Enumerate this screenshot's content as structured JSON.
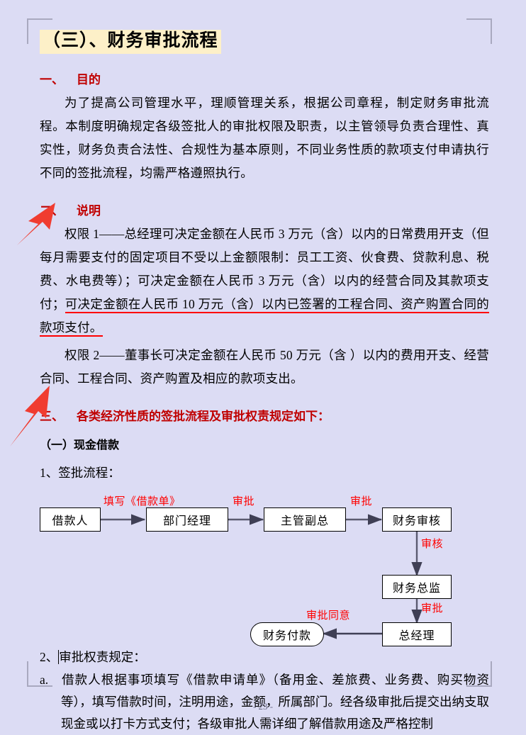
{
  "document": {
    "title": "（三）、财务审批流程",
    "page_number": "- 23 -"
  },
  "sections": {
    "purpose": {
      "num": "一、",
      "heading": "目的",
      "paragraph": "为了提高公司管理水平，理顺管理关系，根据公司章程，制定财务审批流程。本制度明确规定各级签批人的审批权限及职责，以主管领导负责合理性、真实性，财务负责合法性、合规性为基本原则，不同业务性质的款项支付申请执行不同的签批流程，均需严格遵照执行。"
    },
    "explanation": {
      "num": "二、",
      "heading": "说明",
      "para1_a": "权限 1——总经理可决定金额在人民币 3 万元（含）以内的日常费用开支（但每月需要支付的固定项目不受以上金额限制：员工工资、伙食费、贷款利息、税费、水电费等）；可决定金额在人民币 3 万元（含）以内的经营合同及其款项支付；",
      "para1_b_underlined": "可决定金额在人民币 10 万元（含）以内已签署的工程合同、资产购置合同的款项支付。",
      "para2": "权限 2——董事长可决定金额在人民币 50 万元（含 ）以内的费用开支、经营合同、工程合同、资产购置及相应的款项支出。"
    },
    "procedures": {
      "num": "三、",
      "heading": "各类经济性质的签批流程及审批权责规定如下：",
      "sub": {
        "num": "（一）",
        "heading": "现金借款"
      },
      "step1_label": "1、签批流程：",
      "step2_label_prefix": "2、",
      "step2_label_rest": "审批权责规定：",
      "item_a_marker": "a.",
      "item_a_text": "借款人根据事项填写《借款申请单》（备用金、差旅费、业务费、购买物资等），填写借款时间，注明用途，金额，所属部门。经各级审批后提交出纳支取现金或以打卡方式支付；各级审批人需详细了解借款用途及严格控制"
    }
  },
  "flowchart": {
    "nodes": [
      {
        "id": "borrower",
        "label": "借款人",
        "shape": "rect"
      },
      {
        "id": "dept_manager",
        "label": "部门经理",
        "shape": "rect"
      },
      {
        "id": "vp",
        "label": "主管副总",
        "shape": "rect"
      },
      {
        "id": "fin_review",
        "label": "财务审核",
        "shape": "rect"
      },
      {
        "id": "fin_director",
        "label": "财务总监",
        "shape": "rect"
      },
      {
        "id": "gm",
        "label": "总经理",
        "shape": "rect"
      },
      {
        "id": "fin_payment",
        "label": "财务付款",
        "shape": "rounded"
      }
    ],
    "edges": [
      {
        "from": "borrower",
        "to": "dept_manager",
        "label": "填写《借款单》"
      },
      {
        "from": "dept_manager",
        "to": "vp",
        "label": "审批"
      },
      {
        "from": "vp",
        "to": "fin_review",
        "label": "审批"
      },
      {
        "from": "fin_review",
        "to": "fin_director",
        "label": "审核"
      },
      {
        "from": "fin_director",
        "to": "gm",
        "label": "审批"
      },
      {
        "from": "gm",
        "to": "fin_payment",
        "label": "审批同意"
      }
    ]
  },
  "annotations": {
    "arrow1_name": "red-arrow-pointing-to-section-two",
    "arrow2_name": "red-arrow-pointing-to-section-three"
  },
  "colors": {
    "page_background": "#dcdcf4",
    "heading_red": "#c00000",
    "accent_red": "#ff0000",
    "title_highlight": "#fdf0c8",
    "node_fill": "#ffffff",
    "connector": "#5a5a70"
  }
}
